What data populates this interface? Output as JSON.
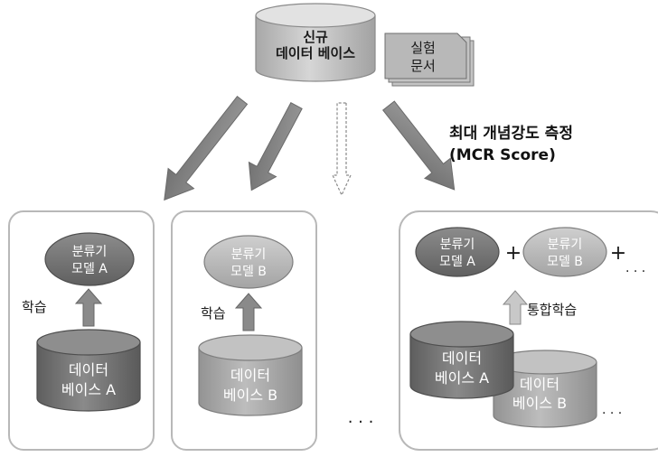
{
  "source_db": {
    "line1": "신규",
    "line2": "데이터 베이스"
  },
  "experiment_docs": {
    "line1": "실험",
    "line2": "문서"
  },
  "measure_label": {
    "line1": "최대 개념강도 측정",
    "line2": "(MCR Score)"
  },
  "panel_a": {
    "model": {
      "line1": "분류기",
      "line2": "모델 A"
    },
    "train_label": "학습",
    "db": {
      "line1": "데이터",
      "line2": "베이스 A"
    }
  },
  "panel_b": {
    "model": {
      "line1": "분류기",
      "line2": "모델 B"
    },
    "train_label": "학습",
    "db": {
      "line1": "데이터",
      "line2": "베이스 B"
    }
  },
  "panel_c": {
    "model_a": {
      "line1": "분류기",
      "line2": "모델 A"
    },
    "model_b": {
      "line1": "분류기",
      "line2": "모델 B"
    },
    "plus_1": "+",
    "plus_2": "+",
    "ellipsis_models": ". . .",
    "train_label": "통합학습",
    "db_a": {
      "line1": "데이터",
      "line2": "베이스 A"
    },
    "db_b": {
      "line1": "데이터",
      "line2": "베이스 B"
    },
    "ellipsis_dbs": ". . ."
  },
  "between_panels_ellipsis": ". . .",
  "colors": {
    "dark_fill": "#7a7a7a",
    "mid_fill": "#a9a9a9",
    "light_fill": "#d0d0d0",
    "arrow_fill": "#808080",
    "panel_stroke": "#b8b8b8",
    "text_dark": "#1a1a1a",
    "text_light": "#ffffff"
  }
}
